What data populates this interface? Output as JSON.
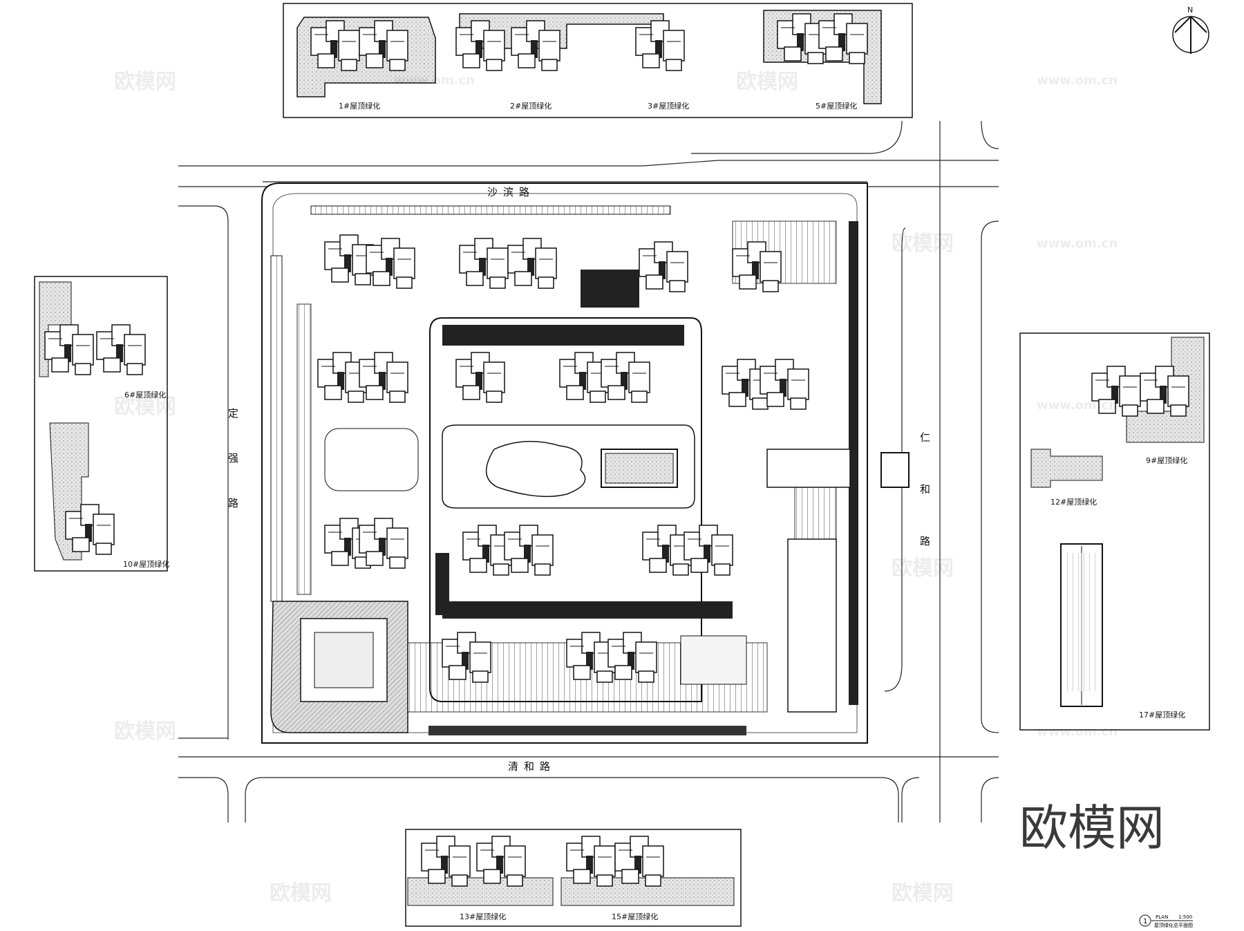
{
  "roads": {
    "north": "沙滨路",
    "west": "定强路",
    "east": "仁和路",
    "south": "清和路"
  },
  "north_arrow": "N",
  "roof_labels": {
    "b1": "1#屋顶绿化",
    "b2": "2#屋顶绿化",
    "b3": "3#屋顶绿化",
    "b5": "5#屋顶绿化",
    "b6": "6#屋顶绿化",
    "b10": "10#屋顶绿化",
    "b9": "9#屋顶绿化",
    "b12": "12#屋顶绿化",
    "b17": "17#屋顶绿化",
    "b13": "13#屋顶绿化",
    "b15": "15#屋顶绿化"
  },
  "caption": {
    "number": "1",
    "plan": "PLAN",
    "scale": "1:500",
    "title": "屋顶绿化总平面图"
  },
  "watermark": {
    "brand": "欧模网",
    "url": "www.om.cn"
  }
}
